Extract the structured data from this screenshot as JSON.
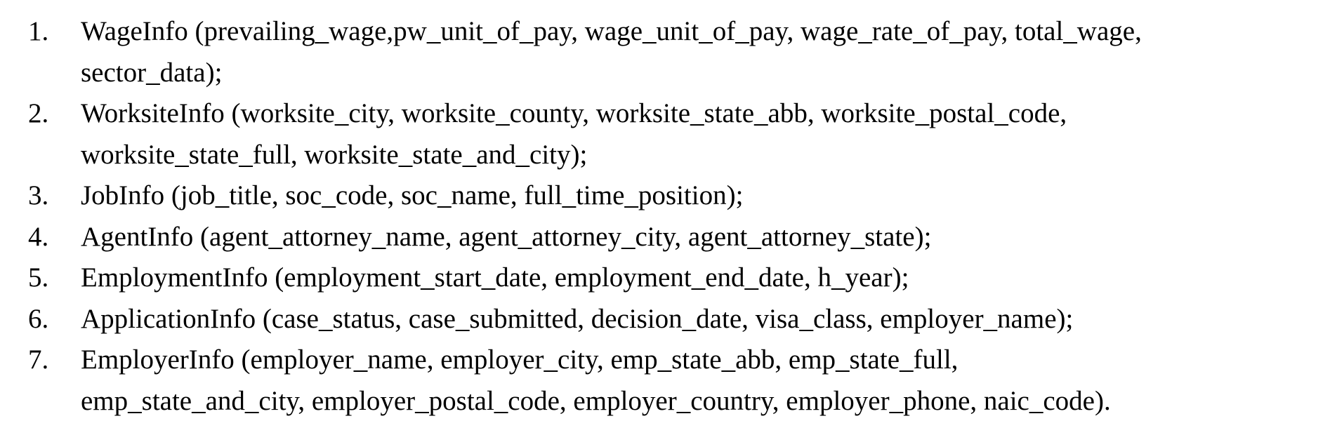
{
  "document": {
    "items": [
      {
        "number": "1.",
        "lines": [
          "WageInfo (prevailing_wage,pw_unit_of_pay, wage_unit_of_pay, wage_rate_of_pay, total_wage,",
          "sector_data);"
        ]
      },
      {
        "number": "2.",
        "lines": [
          "WorksiteInfo (worksite_city, worksite_county, worksite_state_abb, worksite_postal_code,",
          "worksite_state_full, worksite_state_and_city);"
        ]
      },
      {
        "number": "3.",
        "lines": [
          "JobInfo (job_title, soc_code, soc_name, full_time_position);"
        ]
      },
      {
        "number": "4.",
        "lines": [
          "AgentInfo (agent_attorney_name, agent_attorney_city, agent_attorney_state);"
        ]
      },
      {
        "number": "5.",
        "lines": [
          "EmploymentInfo (employment_start_date, employment_end_date, h_year);"
        ]
      },
      {
        "number": "6.",
        "lines": [
          "ApplicationInfo (case_status, case_submitted, decision_date, visa_class, employer_name);"
        ]
      },
      {
        "number": "7.",
        "lines": [
          "EmployerInfo (employer_name, employer_city, emp_state_abb, emp_state_full,",
          "emp_state_and_city, employer_postal_code, employer_country, employer_phone, naic_code)."
        ]
      }
    ]
  }
}
